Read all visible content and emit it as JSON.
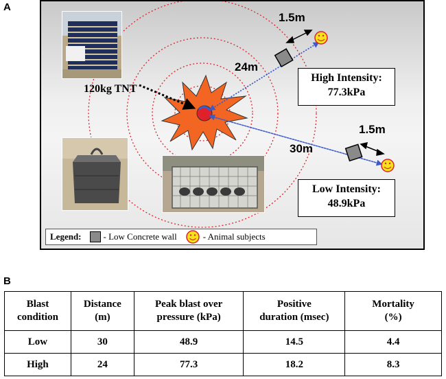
{
  "panel_a": {
    "label": "A",
    "tnt_label": "120kg TNT",
    "high_distance": "24m",
    "low_distance": "30m",
    "high_offset": "1.5m",
    "low_offset": "1.5m",
    "high_box": {
      "line1": "High Intensity:",
      "line2": "77.3kPa"
    },
    "low_box": {
      "line1": "Low Intensity:",
      "line2": "48.9kPa"
    },
    "legend": {
      "title": "Legend:",
      "wall_text": "- Low Concrete wall",
      "animal_text": "- Animal subjects"
    },
    "colors": {
      "explosion": "#f26522",
      "rings": "#e0202a",
      "wall": "#8a8a8a",
      "smiley": "#f7e11b",
      "path": "#3b5bc9"
    },
    "icons": [
      "explosion-icon",
      "smiley-icon",
      "concrete-wall-icon",
      "arrow-icon"
    ]
  },
  "panel_b": {
    "label": "B",
    "headers": [
      [
        "Blast",
        "condition"
      ],
      [
        "Distance",
        "(m)"
      ],
      [
        "Peak blast over",
        "pressure (kPa)"
      ],
      [
        "Positive",
        "duration (msec)"
      ],
      [
        "Mortality",
        "(%)"
      ]
    ],
    "rows": [
      [
        "Low",
        "30",
        "48.9",
        "14.5",
        "4.4"
      ],
      [
        "High",
        "24",
        "77.3",
        "18.2",
        "8.3"
      ]
    ]
  }
}
